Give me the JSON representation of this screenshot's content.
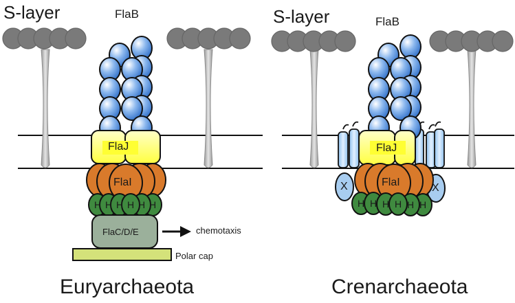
{
  "left_panel": {
    "s_layer_label": "S-layer",
    "flab_label": "FlaB",
    "flaj_label": "FlaJ",
    "flai_label": "FlaI",
    "h_label": "H",
    "flacde_label": "FlaC/D/E",
    "chemotaxis_label": "chemotaxis",
    "polar_cap_label": "Polar cap",
    "title": "Euryarchaeota"
  },
  "right_panel": {
    "s_layer_label": "S-layer",
    "flab_label": "FlaB",
    "flaj_label": "FlaJ",
    "flai_label": "FlaI",
    "h_label": "H",
    "x_label": "X",
    "title": "Crenarchaeota"
  },
  "colors": {
    "s_layer": "#7a7a7a",
    "s_layer_stalk": "#bdbdbd",
    "flab": "#3d7fd6",
    "flaj": "#ffff33",
    "flai": "#d97a2b",
    "h": "#3f8a3f",
    "flacde": "#9bb09b",
    "polar_cap": "#d4e27a",
    "crenarchaeal_channel": "#a8cdf0"
  }
}
